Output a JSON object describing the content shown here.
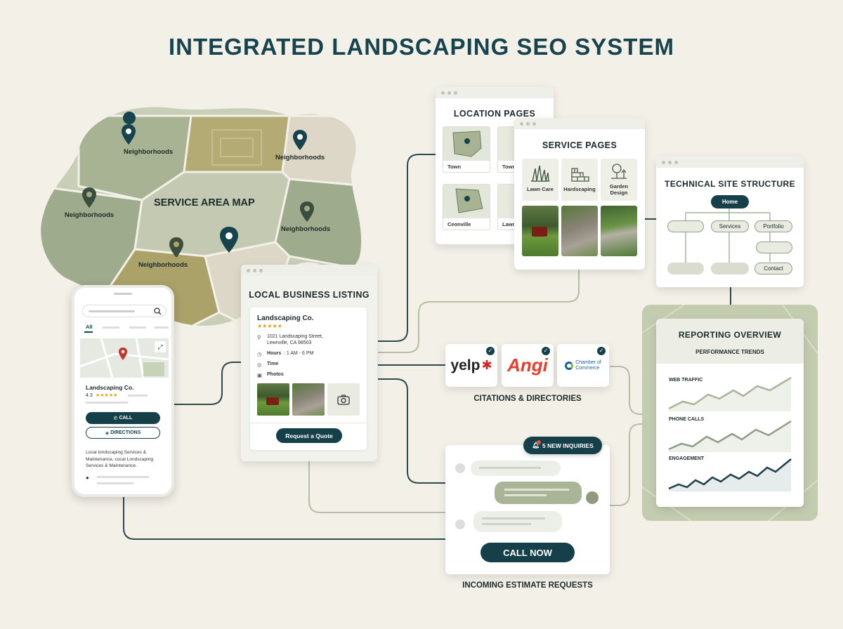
{
  "title": "INTEGRATED LANDSCAPING SEO SYSTEM",
  "map": {
    "title": "SERVICE AREA MAP",
    "neighborhood_label": "Neighborhoods"
  },
  "location_pages": {
    "title": "LOCATION PAGES",
    "towns": [
      "Town",
      "Town",
      "Ceonville",
      "Lawn"
    ]
  },
  "service_pages": {
    "title": "SERVICE PAGES",
    "services": [
      "Lawn Care",
      "Hardscaping",
      "Garden Design"
    ]
  },
  "technical": {
    "title": "TECHNICAL SITE STRUCTURE",
    "home": "Home",
    "services": "Services",
    "portfolio": "Portfolio",
    "contact": "Contact"
  },
  "listing": {
    "title": "LOCAL BUSINESS LISTING",
    "name": "Landscaping Co.",
    "stars": "★★★★★",
    "address_line1": "1021 Landscaping Street,",
    "address_line2": "Lewnville, CA 98503",
    "hours_label": "Hours",
    "hours_value": ": 1 AM - 6 PM",
    "time_label": "Time",
    "photos_label": "Photos",
    "quote_button": "Request a Quote"
  },
  "phone": {
    "tab_all": "All",
    "name": "Landscaping Co.",
    "rating": "4.3",
    "stars": "★★★★★",
    "call": "CALL",
    "directions": "DIRECTIONS",
    "description": "Local londscaping Services & Maintenance, cocal Londscaping Services & Maintenance."
  },
  "citations": {
    "title": "CITATIONS & DIRECTORIES",
    "yelp": "yelp",
    "angi": "Angi",
    "chamber_line1": "Chamber of",
    "chamber_line2": "Commerce"
  },
  "inquiries": {
    "badge": "5 NEW INQUIRIES",
    "call_now": "CALL NOW",
    "caption": "INCOMING ESTIMATE REQUESTS"
  },
  "reporting": {
    "title": "REPORTING OVERVIEW",
    "subtitle": "PERFORMANCE TRENDS",
    "web_traffic": "WEB TRAFFIC",
    "phone_calls": "PHONE CALLS",
    "engagement": "ENGAGEMENT"
  },
  "colors": {
    "brand": "#15404a",
    "sage": "#a8b596",
    "olive": "#a49a63",
    "background": "#f3f0e8"
  }
}
